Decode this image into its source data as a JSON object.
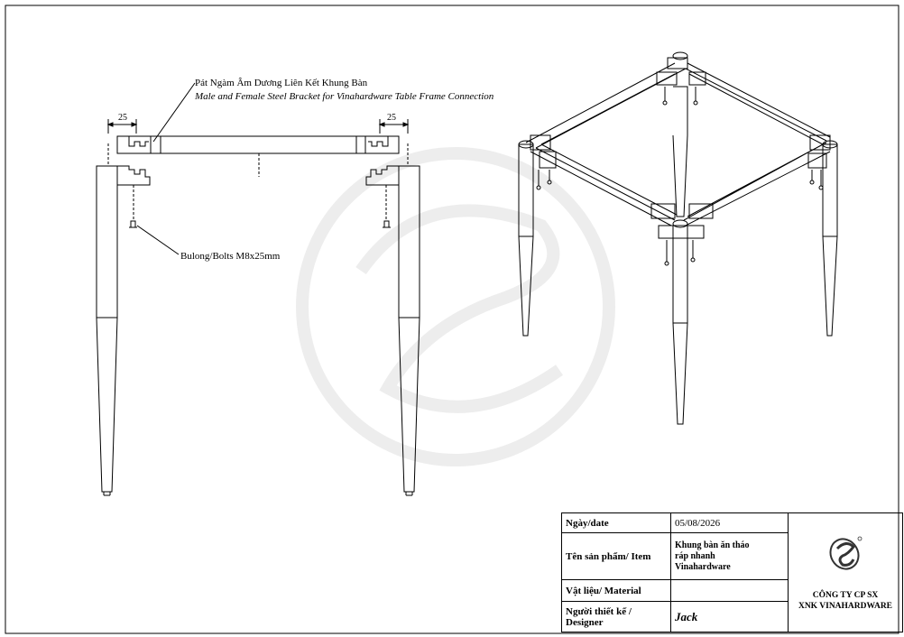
{
  "annotations": {
    "bracket_vi": "Pát Ngàm Âm Dương Liên Kết Khung Bàn",
    "bracket_en": "Male and Female Steel Bracket for Vinahardware Table Frame Connection",
    "bolts": "Bulong/Bolts M8x25mm",
    "dim_left": "25",
    "dim_right": "25"
  },
  "title_block": {
    "date_label": "Ngày/date",
    "date_value": "05/08/2026",
    "item_label": "Tên sản phẩm/ Item",
    "item_value_1": "Khung bàn ăn tháo",
    "item_value_2": "ráp nhanh",
    "item_value_3": "Vinahardware",
    "material_label": "Vật liệu/ Material",
    "material_value": "",
    "designer_label_1": "Người thiết kế /",
    "designer_label_2": "Designer",
    "designer_value": "Jack",
    "company_1": "CÔNG TY CP SX",
    "company_2": "XNK VINAHARDWARE"
  },
  "colors": {
    "line": "#000000",
    "watermark": "#ececec"
  },
  "icons": [
    "logo-icon"
  ]
}
